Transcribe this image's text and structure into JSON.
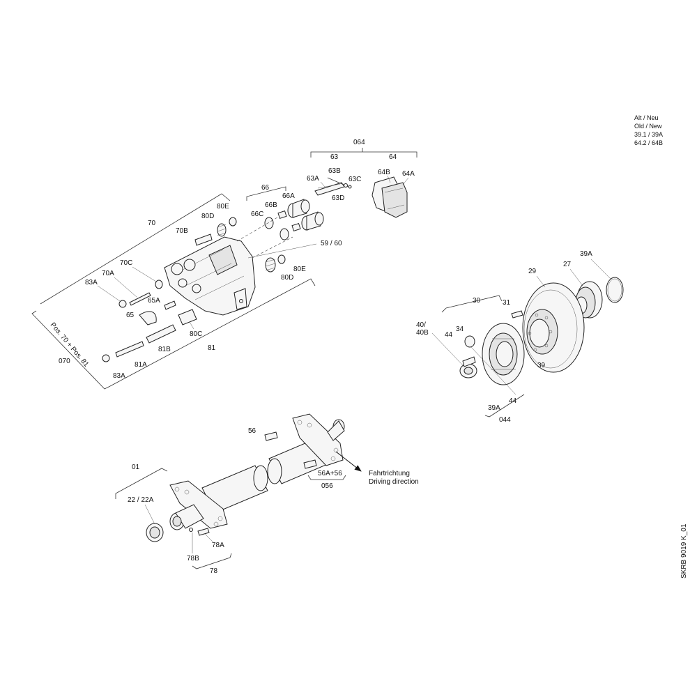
{
  "legend": {
    "line1": "Alt / Neu",
    "line2": "Old / New",
    "line3": "39.1 / 39A",
    "line4": "64.2 / 64B"
  },
  "drawing_id": "SKRB 9019 K_01",
  "direction": {
    "de": "Fahrtrichtung",
    "en": "Driving direction"
  },
  "labels": {
    "g064": "064",
    "g63": "63",
    "g64": "64",
    "p63A": "63A",
    "p63B": "63B",
    "p63C": "63C",
    "p63D": "63D",
    "p64B": "64B",
    "p64A": "64A",
    "g66": "66",
    "p66A": "66A",
    "p66B": "66B",
    "p66C": "66C",
    "g70": "70",
    "p80E_top": "80E",
    "p80D_top": "80D",
    "p70B": "70B",
    "p59_60": "59 / 60",
    "p80E_mid": "80E",
    "p80D_mid": "80D",
    "p70C": "70C",
    "p70A": "70A",
    "p83A_top": "83A",
    "p65A": "65A",
    "p65": "65",
    "p80C": "80C",
    "p81B": "81B",
    "p81": "81",
    "p81A": "81A",
    "p83A_bot": "83A",
    "pos_note": "Pos. 70 + Pos. 81",
    "p070": "070",
    "p39A_top": "39A",
    "p29": "29",
    "p27": "27",
    "g30": "30",
    "p31": "31",
    "p40_40B_a": "40/",
    "p40_40B_b": "40B",
    "p34": "34",
    "p44_a": "44",
    "p39": "39",
    "p44_b": "44",
    "p39A_bot": "39A",
    "g044": "044",
    "p56": "56",
    "p56A_56": "56A+56",
    "g056": "056",
    "g01": "01",
    "p22_22A": "22 / 22A",
    "p78A": "78A",
    "p78B": "78B",
    "g78": "78"
  }
}
